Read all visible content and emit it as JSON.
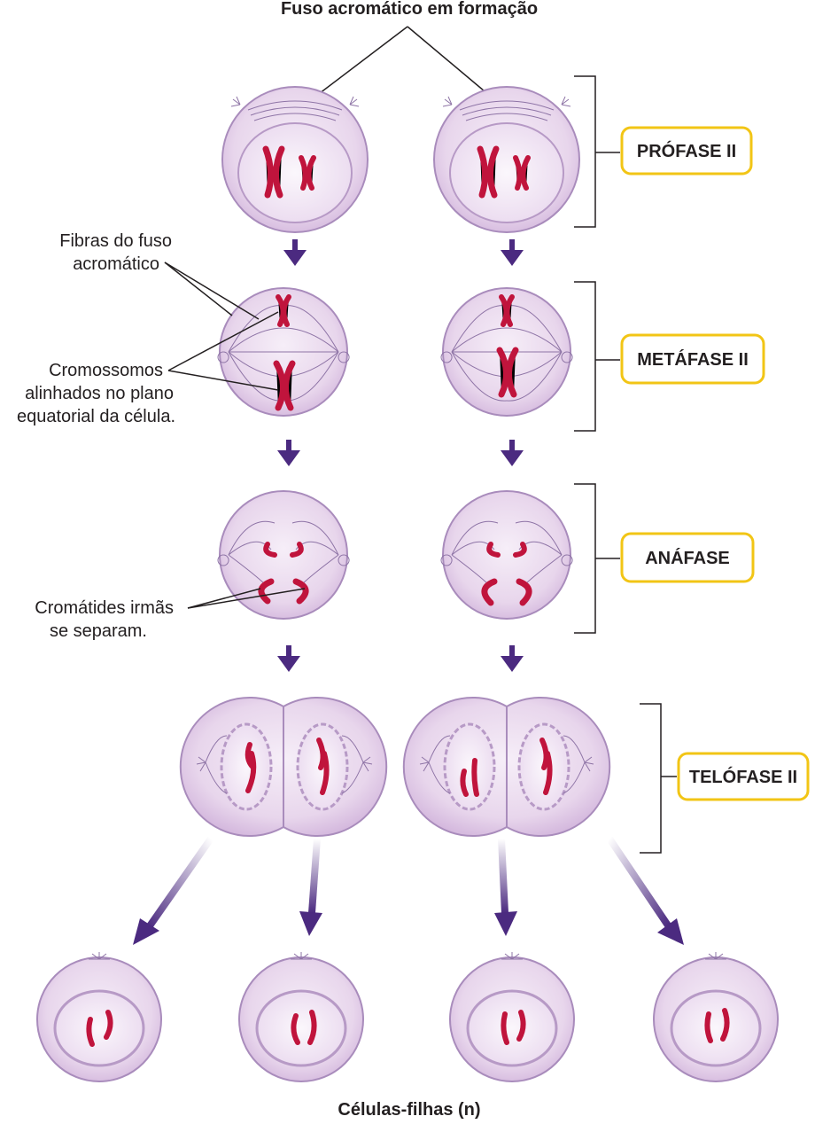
{
  "title": "Fuso acromático em formação",
  "footer": "Células-filhas (n)",
  "annotations": {
    "fibers_line1": "Fibras do fuso",
    "fibers_line2": "acromático",
    "chrom_line1": "Cromossomos",
    "chrom_line2": "alinhados no plano",
    "chrom_line3": "equatorial da célula.",
    "sister_line1": "Cromátides irmãs",
    "sister_line2": "se separam."
  },
  "phases": [
    {
      "label": "PRÓFASE II"
    },
    {
      "label": "METÁFASE II"
    },
    {
      "label": "ANÁFASE"
    },
    {
      "label": "TELÓFASE II"
    }
  ],
  "colors": {
    "cell_fill": "#e6d2ea",
    "cell_stroke": "#a98cbc",
    "nucleus_fill": "#f3e8f5",
    "chromosome": "#c0143c",
    "arrow": "#4b2a80",
    "phase_box_border": "#f2c515",
    "bracket": "#231f20"
  }
}
